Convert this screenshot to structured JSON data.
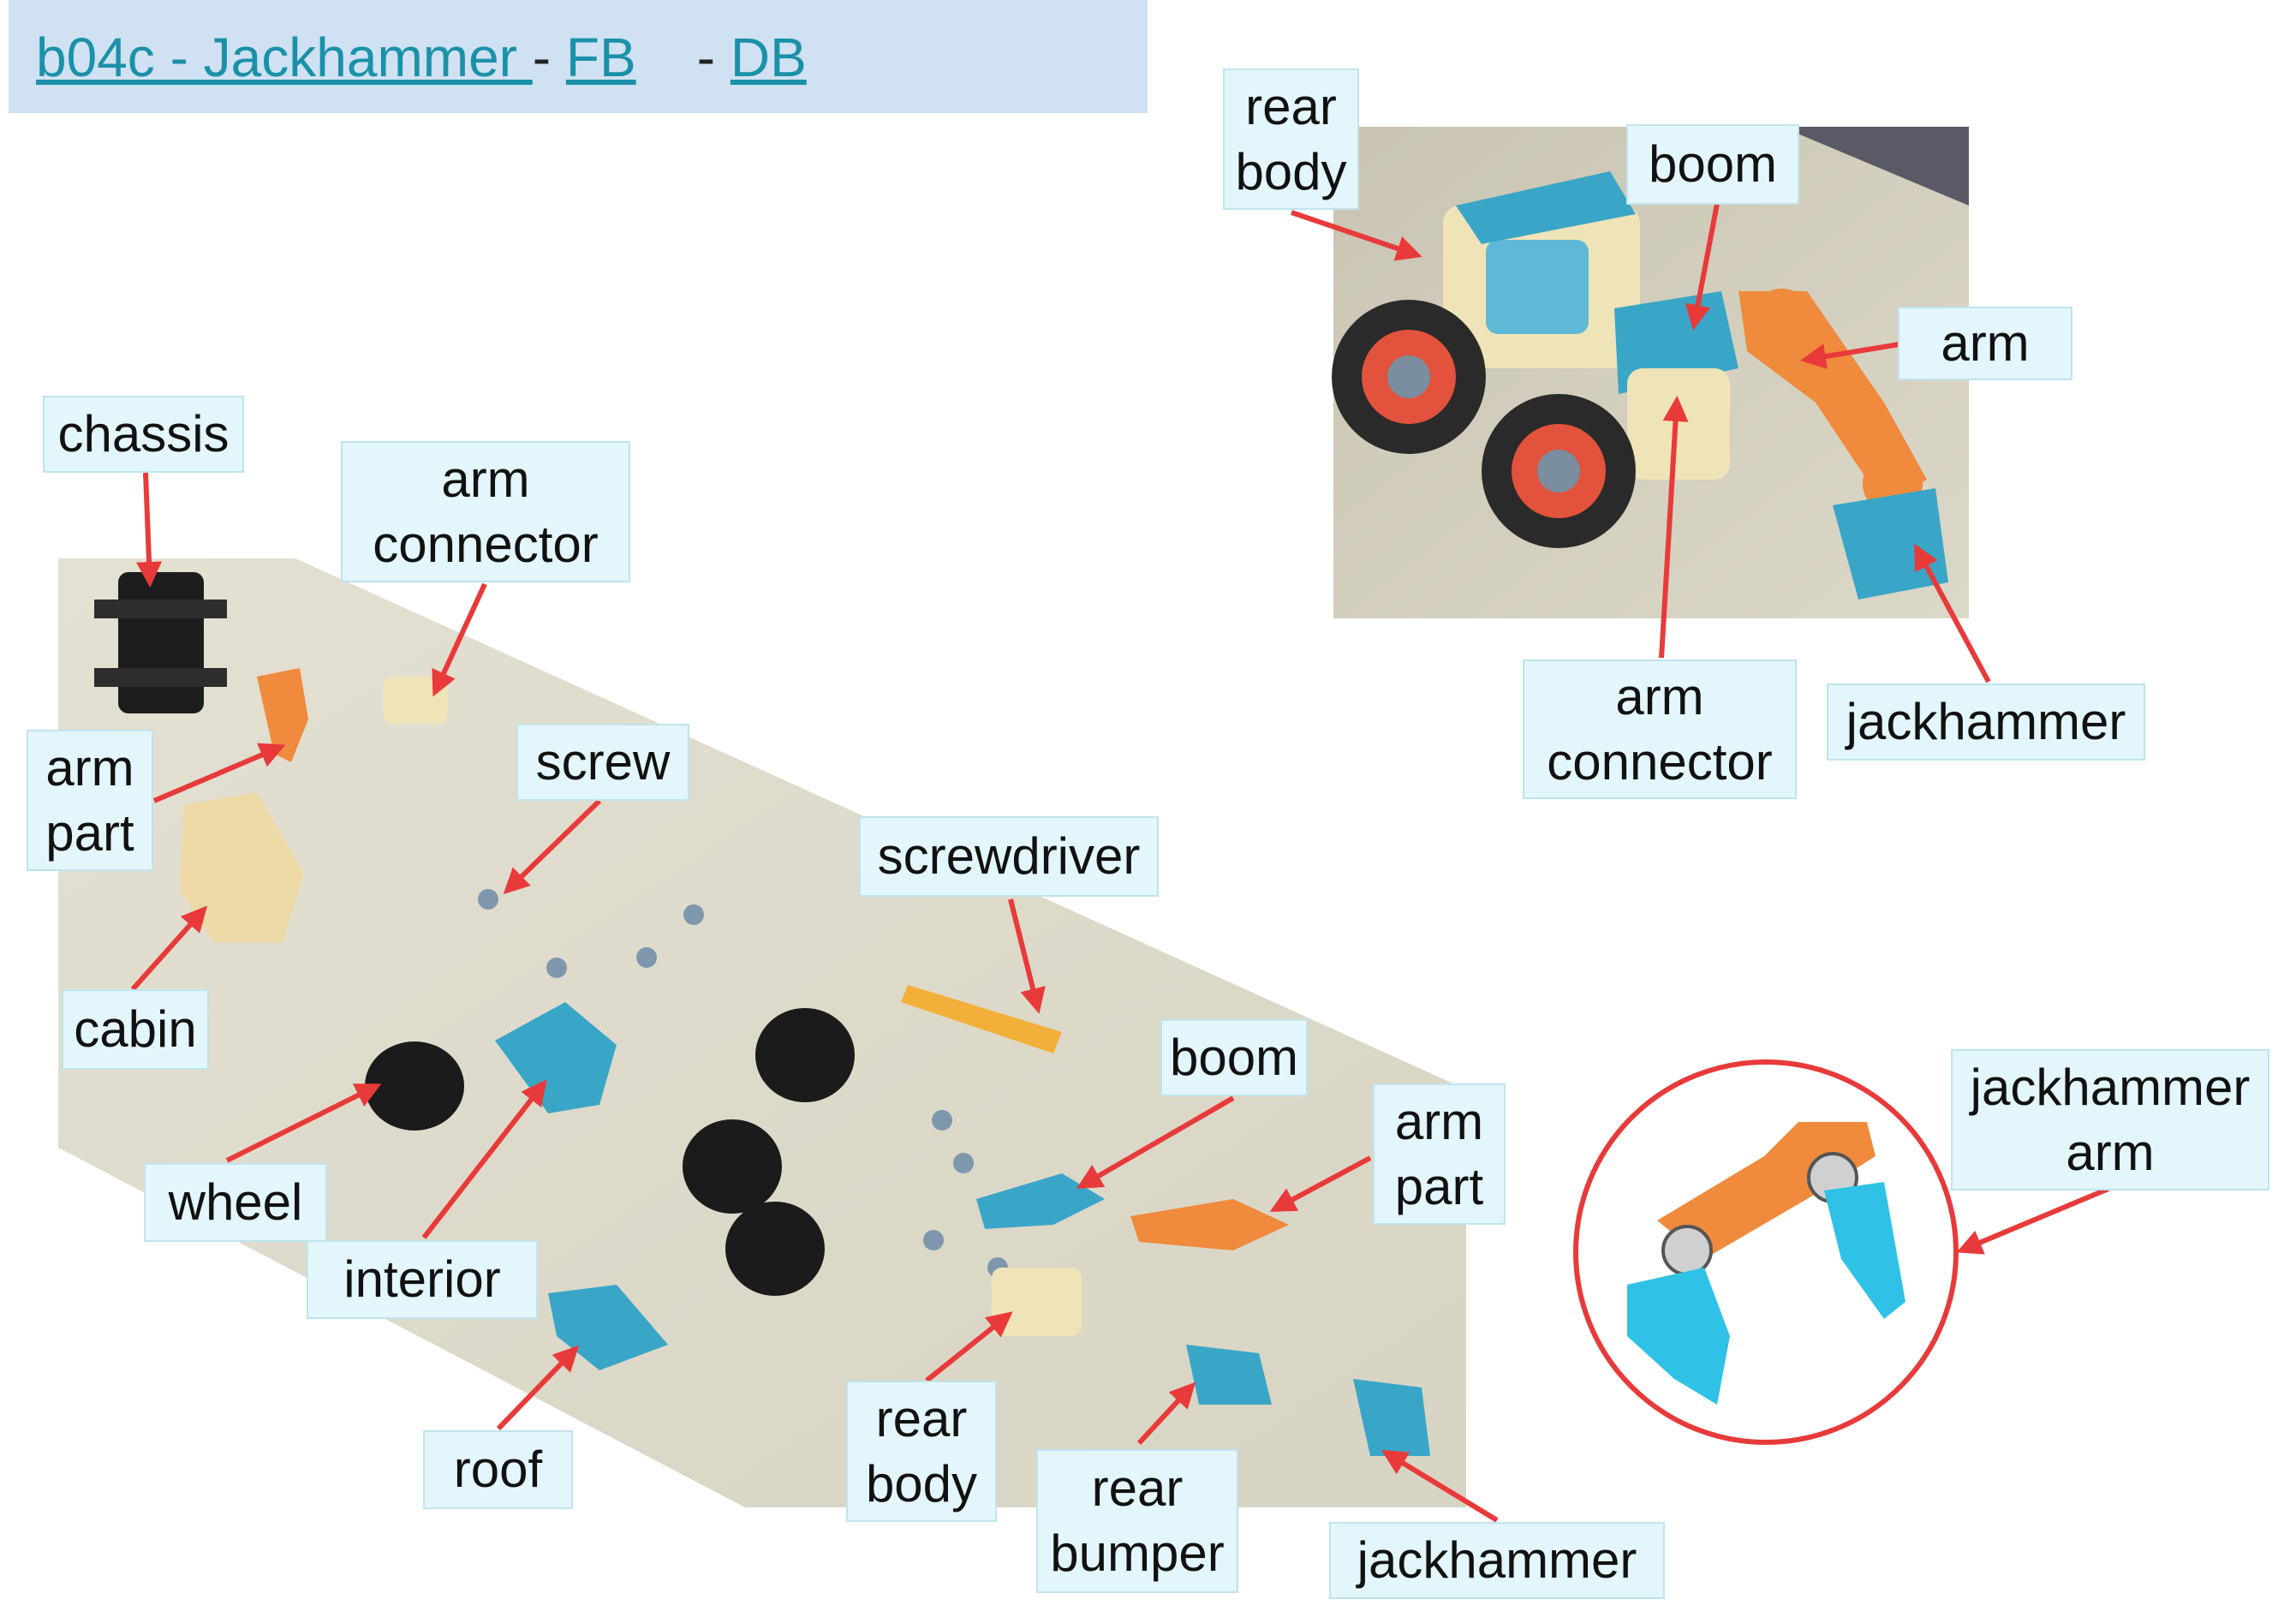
{
  "header": {
    "title_link": "b04c - Jackhammer ",
    "sep1": "-",
    "fb_link": "FB",
    "sep2": "-",
    "db_link": "DB"
  },
  "labels": {
    "rear_body_top": "rear\nbody",
    "boom_top": "boom",
    "arm_top": "arm",
    "arm_connector_top": "arm\nconnector",
    "jackhammer_top": "jackhammer",
    "chassis": "chassis",
    "arm_connector": "arm\nconnector",
    "arm_part_left": "arm\npart",
    "screw": "screw",
    "screwdriver": "screwdriver",
    "cabin": "cabin",
    "boom": "boom",
    "arm_part_right": "arm\npart",
    "wheel": "wheel",
    "interior": "interior",
    "roof": "roof",
    "rear_body": "rear\nbody",
    "rear_bumper": "rear\nbumper",
    "jackhammer": "jackhammer",
    "jackhammer_arm": "jackhammer\narm"
  },
  "colors": {
    "arrow": "#e83a3a",
    "label_bg": "#e3f6fb",
    "header_bg": "#cfe1f2",
    "link": "#1a91a8",
    "orange_part": "#f08a3c",
    "blue_part": "#3aa6c7",
    "cream_part": "#efe3b8"
  }
}
